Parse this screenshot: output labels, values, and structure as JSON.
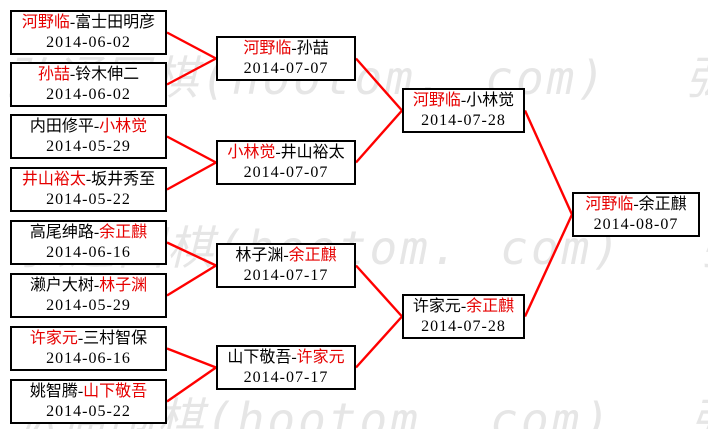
{
  "watermark": {
    "text": "弘通围棋(hootom. com)",
    "color": "#e6e6e6"
  },
  "colors": {
    "winner_text": "#e60000",
    "normal_text": "#000000",
    "connector": "#ff0000",
    "box_border": "#000000",
    "box_bg": "#ffffff"
  },
  "separator": "-",
  "rounds": [
    [
      {
        "p1": "河野临",
        "p2": "富士田明彦",
        "date": "2014-06-02",
        "winner": 1
      },
      {
        "p1": "孙喆",
        "p2": "铃木伸二",
        "date": "2014-06-02",
        "winner": 1
      },
      {
        "p1": "内田修平",
        "p2": "小林觉",
        "date": "2014-05-29",
        "winner": 2
      },
      {
        "p1": "井山裕太",
        "p2": "坂井秀至",
        "date": "2014-05-22",
        "winner": 1
      },
      {
        "p1": "高尾绅路",
        "p2": "余正麒",
        "date": "2014-06-16",
        "winner": 2
      },
      {
        "p1": "濑户大树",
        "p2": "林子渊",
        "date": "2014-05-29",
        "winner": 2
      },
      {
        "p1": "许家元",
        "p2": "三村智保",
        "date": "2014-06-16",
        "winner": 1
      },
      {
        "p1": "姚智腾",
        "p2": "山下敬吾",
        "date": "2014-05-22",
        "winner": 2
      }
    ],
    [
      {
        "p1": "河野临",
        "p2": "孙喆",
        "date": "2014-07-07",
        "winner": 1
      },
      {
        "p1": "小林觉",
        "p2": "井山裕太",
        "date": "2014-07-07",
        "winner": 1
      },
      {
        "p1": "林子渊",
        "p2": "余正麒",
        "date": "2014-07-17",
        "winner": 2
      },
      {
        "p1": "山下敬吾",
        "p2": "许家元",
        "date": "2014-07-17",
        "winner": 2
      }
    ],
    [
      {
        "p1": "河野临",
        "p2": "小林觉",
        "date": "2014-07-28",
        "winner": 1
      },
      {
        "p1": "许家元",
        "p2": "余正麒",
        "date": "2014-07-28",
        "winner": 2
      }
    ],
    [
      {
        "p1": "河野临",
        "p2": "余正麒",
        "date": "2014-08-07",
        "winner": 1
      }
    ]
  ]
}
